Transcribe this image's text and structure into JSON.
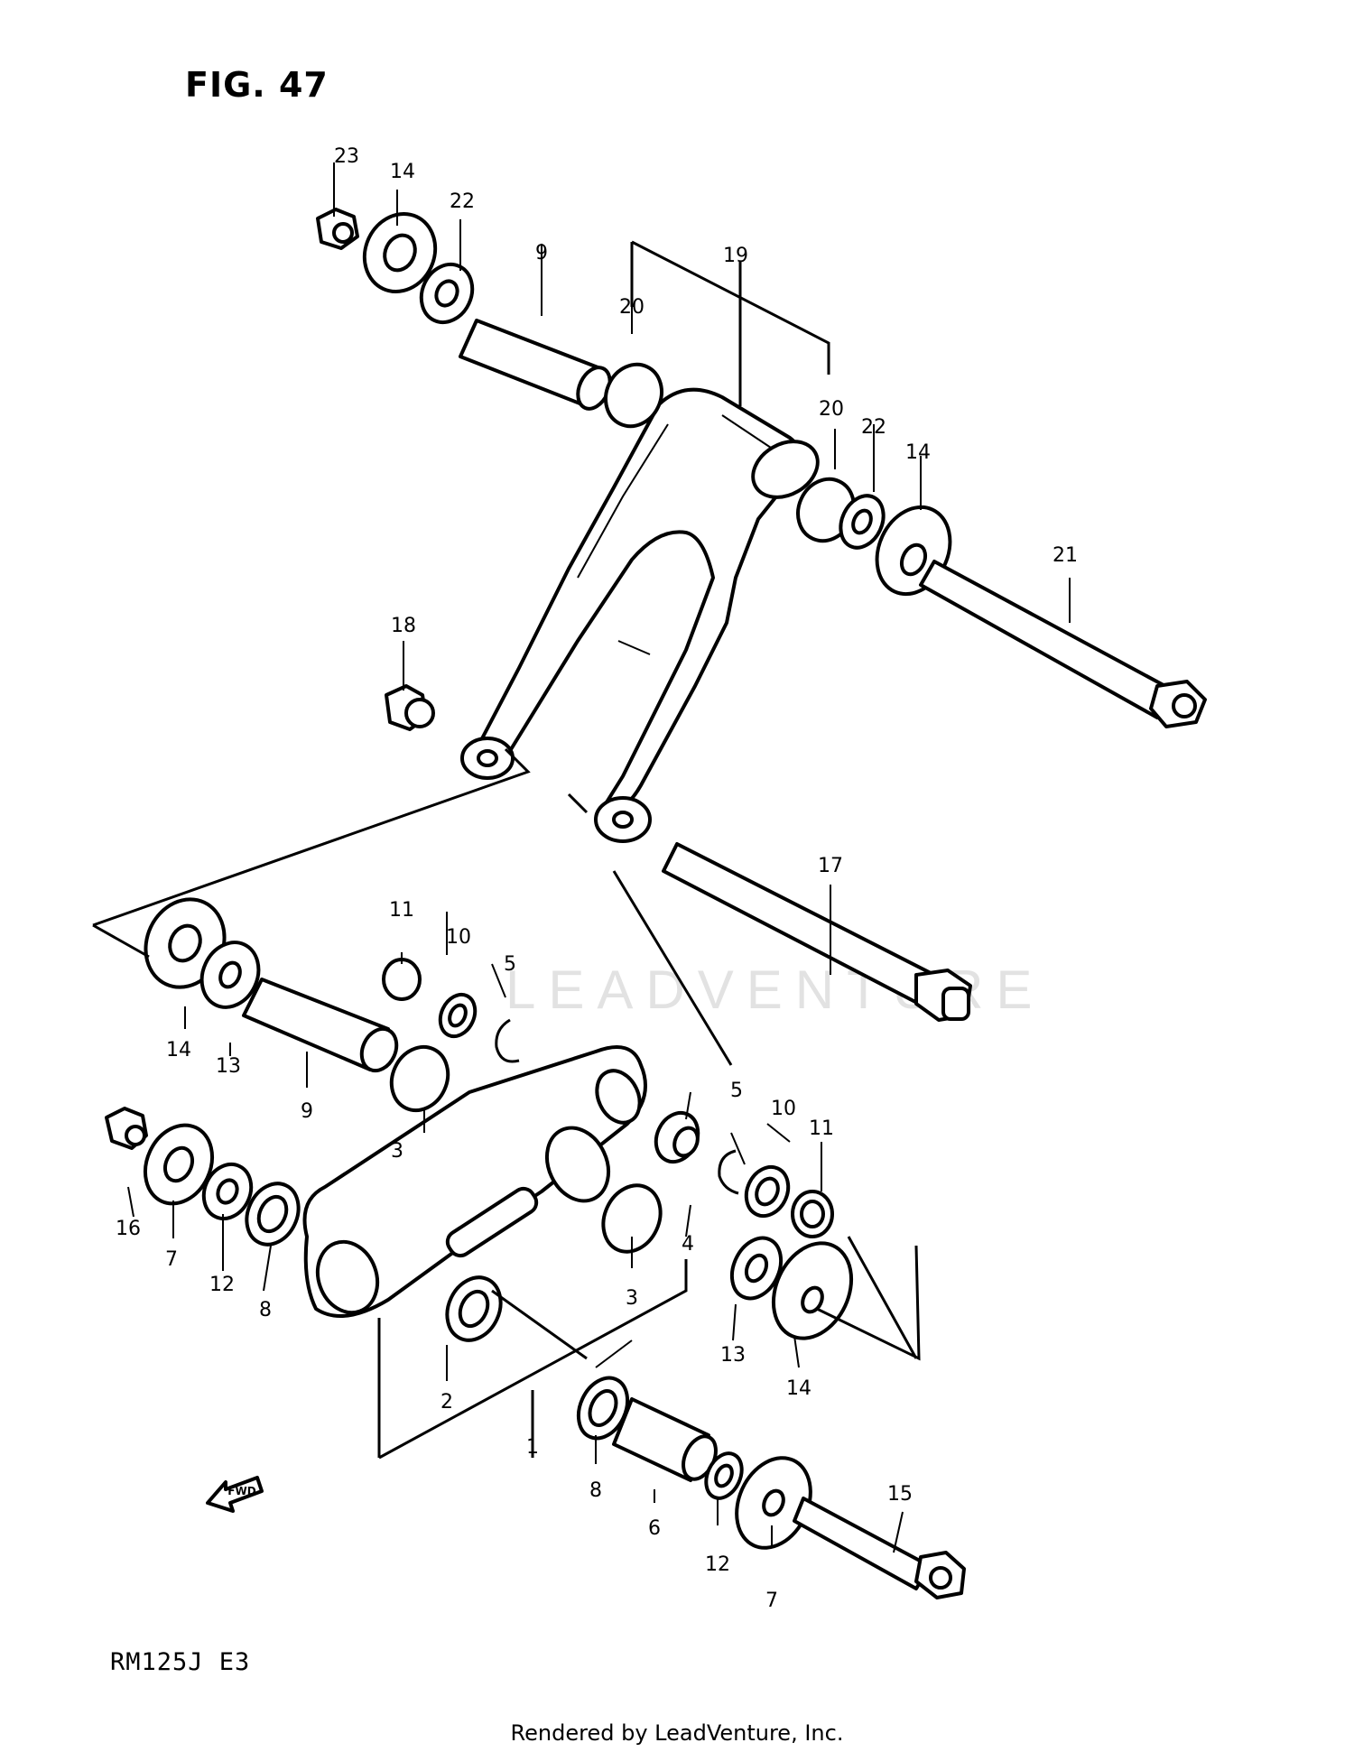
{
  "figure_title": "FIG. 47",
  "model_code": "RM125J  E3",
  "footer": "Rendered by LeadVenture, Inc.",
  "watermark": "LEADVENTURE",
  "fwd_label": "FWD",
  "callouts": {
    "c23": "23",
    "c14a": "14",
    "c22a": "22",
    "c9a": "9",
    "c20a": "20",
    "c19": "19",
    "c20b": "20",
    "c22b": "22",
    "c14b": "14",
    "c21": "21",
    "c18": "18",
    "c17": "17",
    "c11a": "11",
    "c10a": "10",
    "c5a": "5",
    "c14c": "14",
    "c13a": "13",
    "c9b": "9",
    "c3a": "3",
    "c16": "16",
    "c7a": "7",
    "c12a": "12",
    "c8a": "8",
    "c5b": "5",
    "c10b": "10",
    "c11b": "11",
    "c4": "4",
    "c3b": "3",
    "c13b": "13",
    "c14d": "14",
    "c2": "2",
    "c1": "1",
    "c8b": "8",
    "c6": "6",
    "c12b": "12",
    "c7b": "7",
    "c15": "15"
  }
}
